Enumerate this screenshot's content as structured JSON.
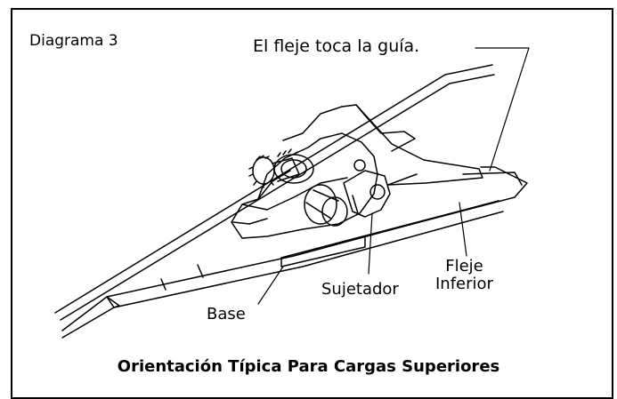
{
  "diagram": {
    "number_label": "Diagrama 3",
    "callouts": {
      "strap_touches_guide": "El fleje toca la guía.",
      "lower_strap_line1": "Fleje",
      "lower_strap_line2": "Inferior",
      "clamp": "Sujetador",
      "base": "Base"
    },
    "caption": "Orientación Típica Para Cargas Superiores"
  }
}
